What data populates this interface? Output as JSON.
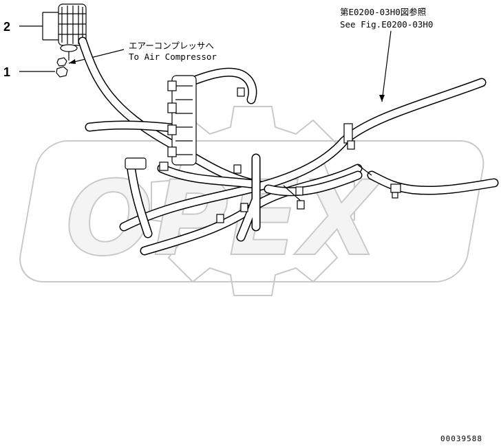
{
  "callouts": [
    {
      "number": "1"
    },
    {
      "number": "2"
    }
  ],
  "notes": {
    "air_compressor_jp": "エアーコンプレッサへ",
    "air_compressor_en": "To Air Compressor",
    "see_fig_jp": "第E0200-03H0図参照",
    "see_fig_en": "See Fig.E0200-03H0"
  },
  "watermark": {
    "text": "OPEX"
  },
  "drawing_code": "00039588"
}
